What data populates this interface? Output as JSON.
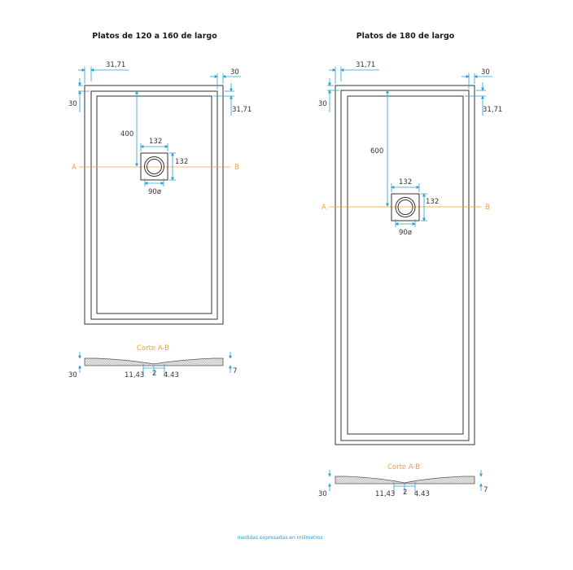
{
  "colors": {
    "dimension_blue": "#2a9fd6",
    "section_orange": "#f0a12a",
    "outline": "#333333"
  },
  "left_plan": {
    "title": "Platos de 120 a 160 de largo",
    "dim_top_left": "31,71",
    "dim_top_right": "30",
    "dim_side_left": "30",
    "dim_side_right": "31,71",
    "drain_offset": "400",
    "drain_width": "132",
    "drain_height": "132",
    "drain_diameter": "90ø",
    "label_a": "A",
    "label_b": "B"
  },
  "right_plan": {
    "title": "Platos de 180 de largo",
    "dim_top_left": "31,71",
    "dim_top_right": "30",
    "dim_side_left": "30",
    "dim_side_right": "31,71",
    "drain_offset": "600",
    "drain_width": "132",
    "drain_height": "132",
    "drain_diameter": "90ø",
    "label_a": "A",
    "label_b": "B"
  },
  "left_section": {
    "caption": "Corte A-B",
    "height_left": "30",
    "dim_a": "11,43",
    "dim_b": "2",
    "dim_c": "4.43",
    "height_right": "7"
  },
  "right_section": {
    "caption": "Corte A-B",
    "height_left": "30",
    "dim_a": "11,43",
    "dim_b": "2",
    "dim_c": "4.43",
    "height_right": "7"
  },
  "footer": {
    "note": "medidas expresadas en milímetros"
  }
}
